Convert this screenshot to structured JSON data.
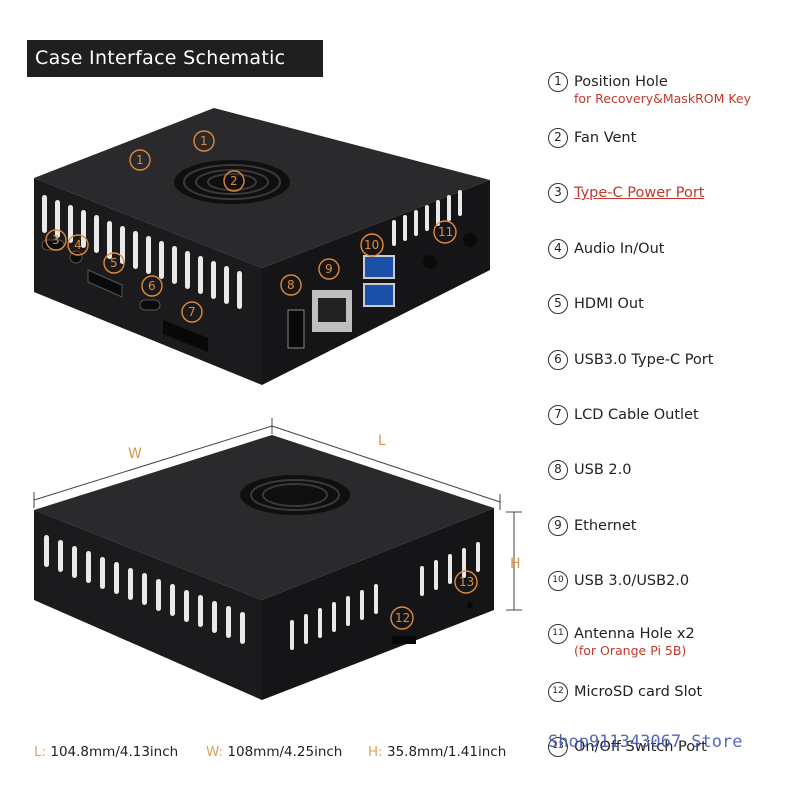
{
  "title": "Case Interface Schematic",
  "legend": [
    {
      "num": "1",
      "label": "Position Hole",
      "sub": "for Recovery&MaskROM Key"
    },
    {
      "num": "2",
      "label": "Fan Vent"
    },
    {
      "num": "3",
      "label": "Type-C Power Port",
      "highlight": true
    },
    {
      "num": "4",
      "label": "Audio In/Out"
    },
    {
      "num": "5",
      "label": "HDMI Out"
    },
    {
      "num": "6",
      "label": "USB3.0 Type-C Port"
    },
    {
      "num": "7",
      "label": "LCD Cable Outlet"
    },
    {
      "num": "8",
      "label": "USB 2.0"
    },
    {
      "num": "9",
      "label": "Ethernet"
    },
    {
      "num": "10",
      "label": "USB 3.0/USB2.0"
    },
    {
      "num": "11",
      "label": "Antenna Hole x2",
      "sub": "(for Orange Pi 5B)"
    },
    {
      "num": "12",
      "label": "MicroSD card Slot"
    },
    {
      "num": "13",
      "label": "On/Off Switch Port"
    }
  ],
  "dimensions": {
    "L_key": "L:",
    "L_val": "104.8mm/4.13inch",
    "W_key": "W:",
    "W_val": "108mm/4.25inch",
    "H_key": "H:",
    "H_val": "35.8mm/1.41inch"
  },
  "dim_axis_labels": {
    "w": "W",
    "l": "L",
    "h": "H"
  },
  "watermark": "Shop911343067 Store",
  "colors": {
    "callout": "#e08a3a",
    "case": "#1e1e20",
    "highlight": "#c0392b"
  }
}
